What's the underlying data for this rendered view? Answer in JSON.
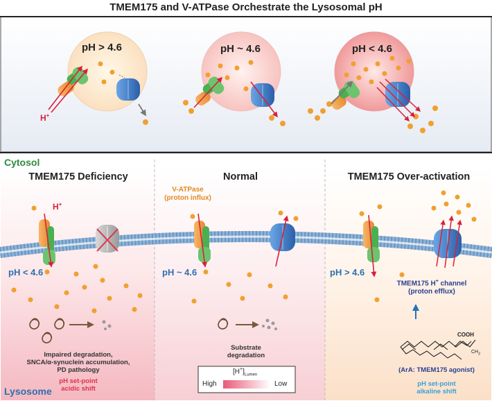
{
  "title": "TMEM175 and V-ATPase Orchestrate the Lysosomal pH",
  "top": {
    "ph_labels": [
      "pH > 4.6",
      "pH ~ 4.6",
      "pH < 4.6"
    ],
    "h_label": "H",
    "h_sup": "+"
  },
  "bottom": {
    "cytosol": "Cytosol",
    "lysosome": "Lysosome",
    "panels": [
      {
        "title": "TMEM175 Deficiency",
        "ph": "pH < 4.6",
        "h_label": "H",
        "h_sup": "+",
        "note_lines": [
          "Impaired degradation,",
          "SNCA/α-synuclein accumulation,",
          "PD pathology"
        ],
        "setpoint_lines": [
          "pH set-point",
          "acidic shift"
        ]
      },
      {
        "title": "Normal",
        "ph": "pH ~ 4.6",
        "vatpase_lines": [
          "V-ATPase",
          "(proton influx)"
        ],
        "note_lines": [
          "Substrate",
          "degradation"
        ],
        "legend": {
          "bracket_label": "[H",
          "sup": "+",
          "close": "]",
          "sub": "Lumen",
          "high": "High",
          "low": "Low"
        }
      },
      {
        "title": "TMEM175 Over-activation",
        "ph": "pH > 4.6",
        "channel_lines_a": "TMEM175 H",
        "channel_sup": "+",
        "channel_lines_b": " channel",
        "channel_line2": "(proton efflux)",
        "chem_cooh": "COOH",
        "chem_ch3": "CH",
        "chem_sub": "3",
        "agonist": "(ArA: TMEM175 agonist)",
        "setpoint_lines": [
          "pH set-point",
          "alkaline shift"
        ]
      }
    ]
  },
  "colors": {
    "tmem_green": "#4caf50",
    "vatpase_orange": "#f2a24a",
    "channel_blue": "#3f7fc8",
    "proton": "#f0a030",
    "arrow_red": "#d8203a"
  }
}
